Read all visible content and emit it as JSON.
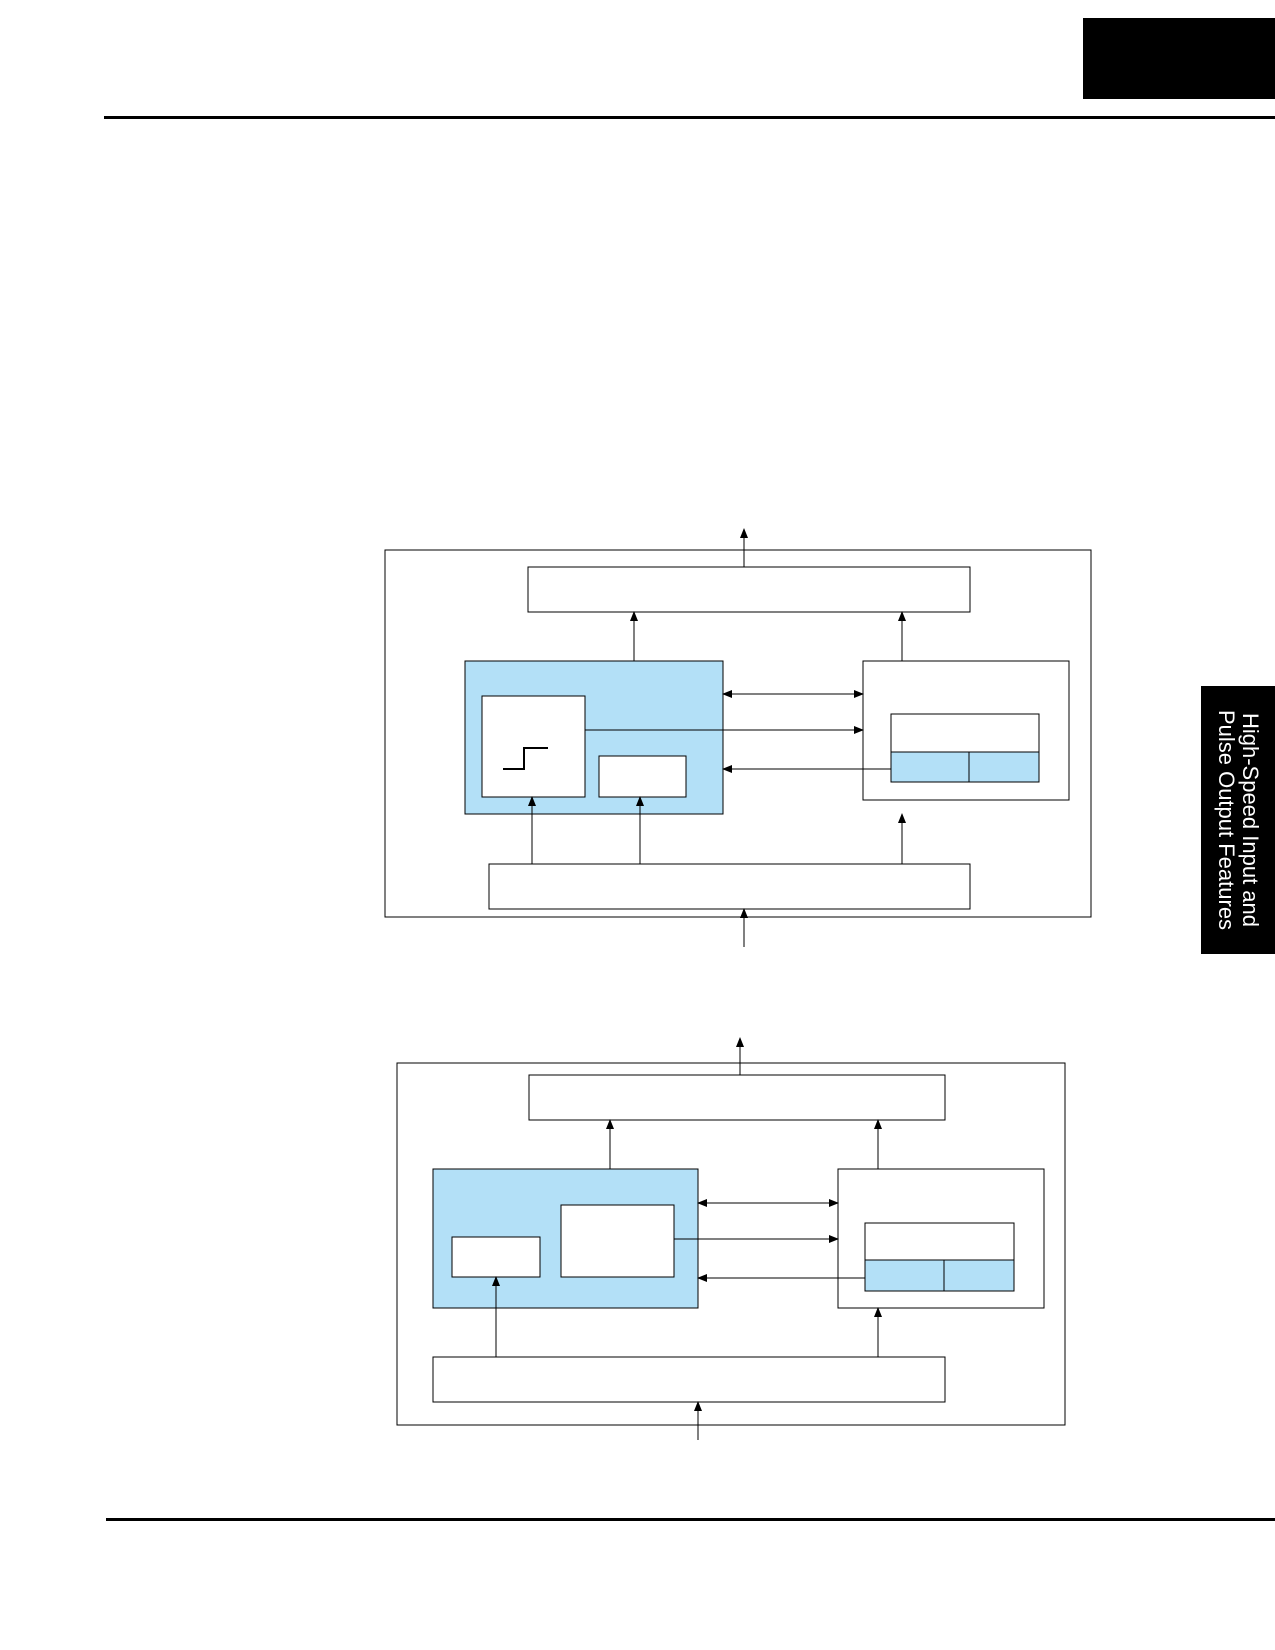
{
  "side_tab": {
    "line1": "High-Speed Input and",
    "line2": "Pulse Output Features"
  },
  "colors": {
    "fill": "#b3e0f7",
    "stroke": "#000000",
    "tab_background": "#000000",
    "tab_text": "#ffffff"
  },
  "diagrams": [
    {
      "blocks": [
        "top-bar",
        "bottom-bar",
        "left-module",
        "step-inner-box",
        "small-inner-box",
        "right-module",
        "register-box",
        "register-cell-a",
        "register-cell-b"
      ],
      "icons": [
        "step-function-icon"
      ]
    },
    {
      "blocks": [
        "top-bar",
        "bottom-bar",
        "left-module",
        "small-inner-box",
        "large-inner-box",
        "right-module",
        "register-box",
        "register-cell-a",
        "register-cell-b"
      ],
      "icons": []
    }
  ]
}
